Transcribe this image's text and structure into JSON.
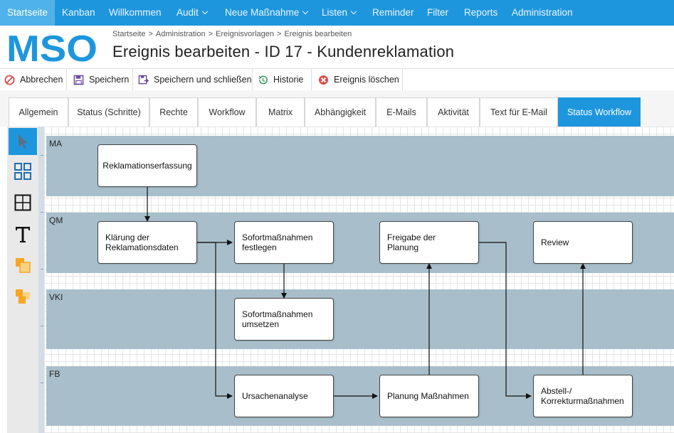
{
  "nav": {
    "items": [
      {
        "label": "Startseite",
        "active": true
      },
      {
        "label": "Kanban"
      },
      {
        "label": "Willkommen"
      },
      {
        "label": "Audit",
        "dropdown": true
      },
      {
        "label": "Neue Maßnahme",
        "dropdown": true
      },
      {
        "label": "Listen",
        "dropdown": true
      },
      {
        "label": "Reminder"
      },
      {
        "label": "Filter"
      },
      {
        "label": "Reports"
      },
      {
        "label": "Administration"
      }
    ]
  },
  "logo": {
    "text": "MSO",
    "color": "#1e96dd"
  },
  "breadcrumb": [
    "Startseite",
    "Administration",
    "Ereignisvorlagen",
    "Ereignis bearbeiten"
  ],
  "page_title": "Ereignis bearbeiten - ID 17 - Kundenreklamation",
  "toolbar": {
    "cancel": "Abbrechen",
    "save": "Speichern",
    "save_close": "Speichern und schließen",
    "history": "Historie",
    "delete": "Ereignis löschen"
  },
  "tabs": [
    {
      "label": "Allgemein"
    },
    {
      "label": "Status (Schritte)"
    },
    {
      "label": "Rechte"
    },
    {
      "label": "Workflow"
    },
    {
      "label": "Matrix"
    },
    {
      "label": "Abhängigkeit"
    },
    {
      "label": "E-Mails"
    },
    {
      "label": "Aktivität"
    },
    {
      "label": "Text für E-Mail"
    },
    {
      "label": "Status Workflow",
      "active": true
    }
  ],
  "palette": [
    "pointer-icon",
    "grid-layout-icon",
    "table-icon",
    "text-icon",
    "shape-icon",
    "group-icon"
  ],
  "workflow": {
    "lanes": [
      {
        "label": "MA"
      },
      {
        "label": "QM"
      },
      {
        "label": "VKI"
      },
      {
        "label": "FB"
      }
    ],
    "nodes": [
      {
        "label": "Reklamationserfassung"
      },
      {
        "label": "Klärung der\nReklamationsdaten"
      },
      {
        "label": "Sofortmaßnahmen\nfestlegen"
      },
      {
        "label": "Freigabe der\nPlanung"
      },
      {
        "label": "Review"
      },
      {
        "label": "Sofortmaßnahmen\numsetzen"
      },
      {
        "label": "Ursachenanalyse"
      },
      {
        "label": "Planung Maßnahmen"
      },
      {
        "label": "Abstell-/\nKorrekturmaßnahmen"
      }
    ]
  },
  "colors": {
    "accent": "#1e96dd",
    "lane": "#a8bfcb"
  }
}
